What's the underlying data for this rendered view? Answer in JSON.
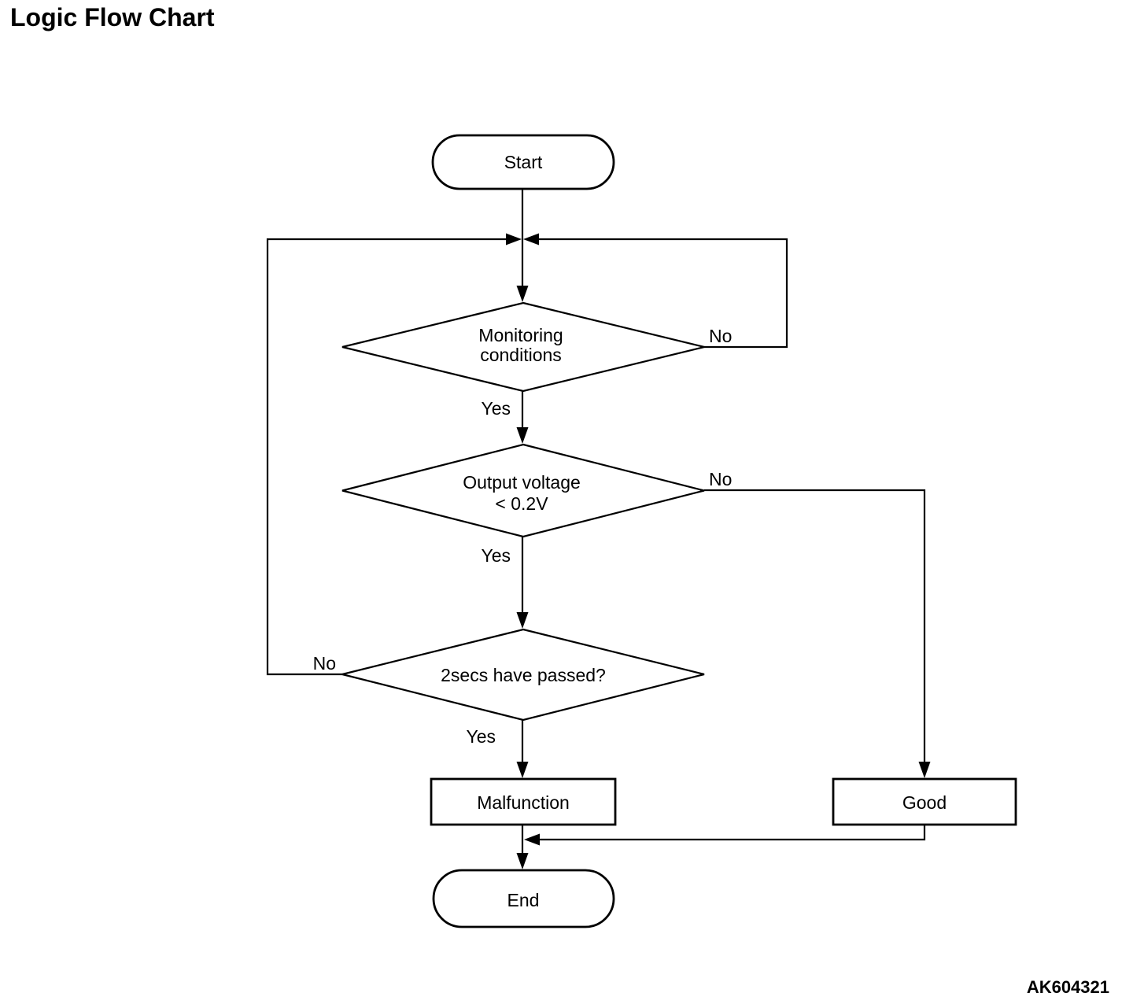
{
  "title": "Logic Flow Chart",
  "figure_code": "AK604321",
  "colors": {
    "line": "#000000",
    "background": "#ffffff",
    "text": "#000000"
  },
  "nodes": {
    "start": {
      "type": "terminator",
      "label": "Start"
    },
    "monitoring": {
      "type": "decision",
      "line1": "Monitoring",
      "line2": "conditions"
    },
    "output_voltage": {
      "type": "decision",
      "line1": "Output voltage",
      "line2": "< 0.2V"
    },
    "two_secs": {
      "type": "decision",
      "label": "2secs have passed?"
    },
    "malfunction": {
      "type": "process",
      "label": "Malfunction"
    },
    "good": {
      "type": "process",
      "label": "Good"
    },
    "end": {
      "type": "terminator",
      "label": "End"
    }
  },
  "edge_labels": {
    "monitoring_no": "No",
    "monitoring_yes": "Yes",
    "output_no": "No",
    "output_yes": "Yes",
    "two_secs_no": "No",
    "two_secs_yes": "Yes"
  }
}
